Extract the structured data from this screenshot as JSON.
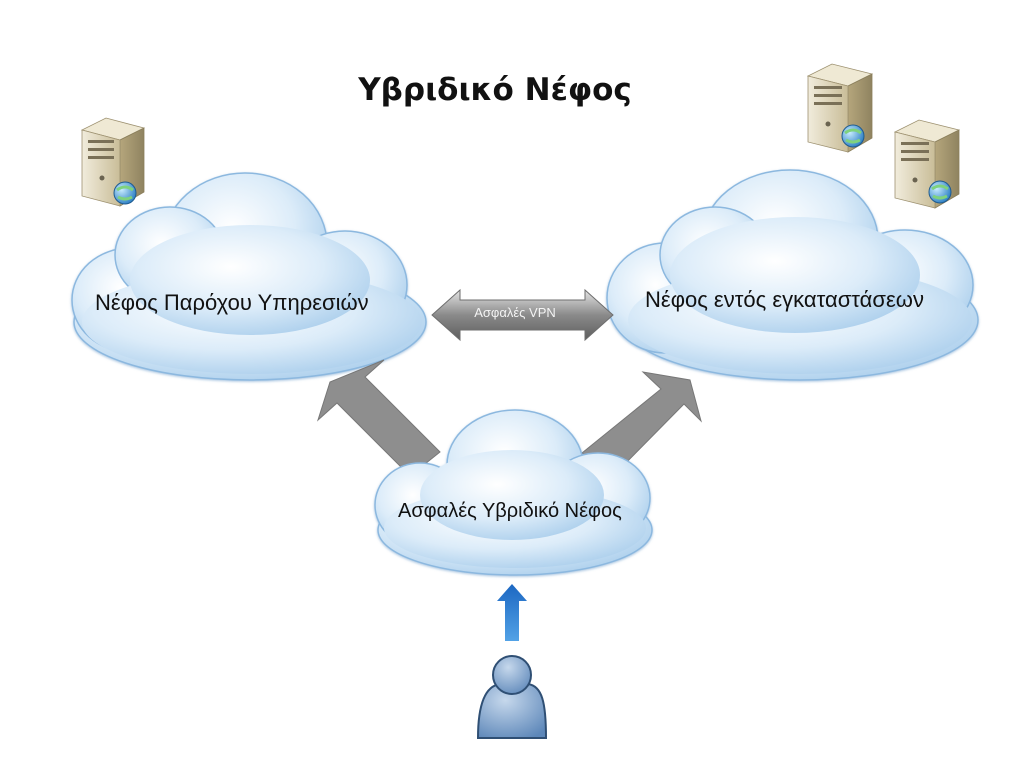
{
  "diagram": {
    "title": "Υβριδικό Νέφος",
    "provider_cloud": "Νέφος Παρόχου Υπηρεσιών",
    "onprem_cloud": "Νέφος εντός εγκαταστάσεων",
    "secure_hybrid_cloud": "Ασφαλές Υβριδικό Νέφος",
    "vpn_link": "Ασφαλές VPN"
  },
  "colors": {
    "cloud_light": "#ffffff",
    "cloud_dark": "#a7cceb",
    "cloud_edge": "#8cb8df",
    "arrow_gray": "#8e8e8e",
    "arrow_blue": "#2a7bd0",
    "server_beige": "#d9d0b4",
    "user_blue": "#7fa3cc"
  },
  "icons": [
    "server-icon",
    "globe-icon",
    "user-icon",
    "cloud-icon"
  ]
}
